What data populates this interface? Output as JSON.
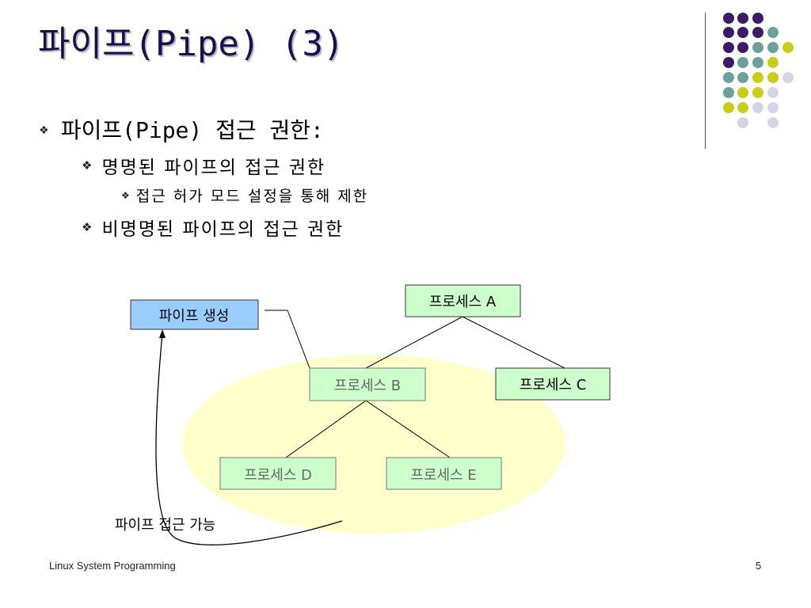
{
  "slide": {
    "title": "파이프(Pipe) (3)",
    "bullets": [
      {
        "text": "파이프(Pipe) 접근 권한:"
      },
      {
        "text": "명명된 파이프의 접근 권한"
      },
      {
        "text": "접근 허가 모드 설정을 통해 제한"
      },
      {
        "text": "비명명된 파이프의 접근 권한"
      }
    ],
    "footer": {
      "left": "Linux System Programming",
      "page": "5"
    }
  },
  "diagram": {
    "colors": {
      "process_fill": "#ccffcc",
      "create_fill": "#99ccff",
      "ellipse_fill": "#ffffcc"
    },
    "create_label": "파이프 생성",
    "access_label": "파이프 접근 가능",
    "processes": {
      "a": "프로세스 A",
      "b": "프로세스 B",
      "c": "프로세스 C",
      "d": "프로세스 D",
      "e": "프로세스 E"
    }
  },
  "decoration": {
    "dot_colors": {
      "purple": "#3b1a66",
      "teal": "#6e9f9c",
      "yellow": "#c9cc1a",
      "lavender": "#d4d4e6"
    }
  }
}
